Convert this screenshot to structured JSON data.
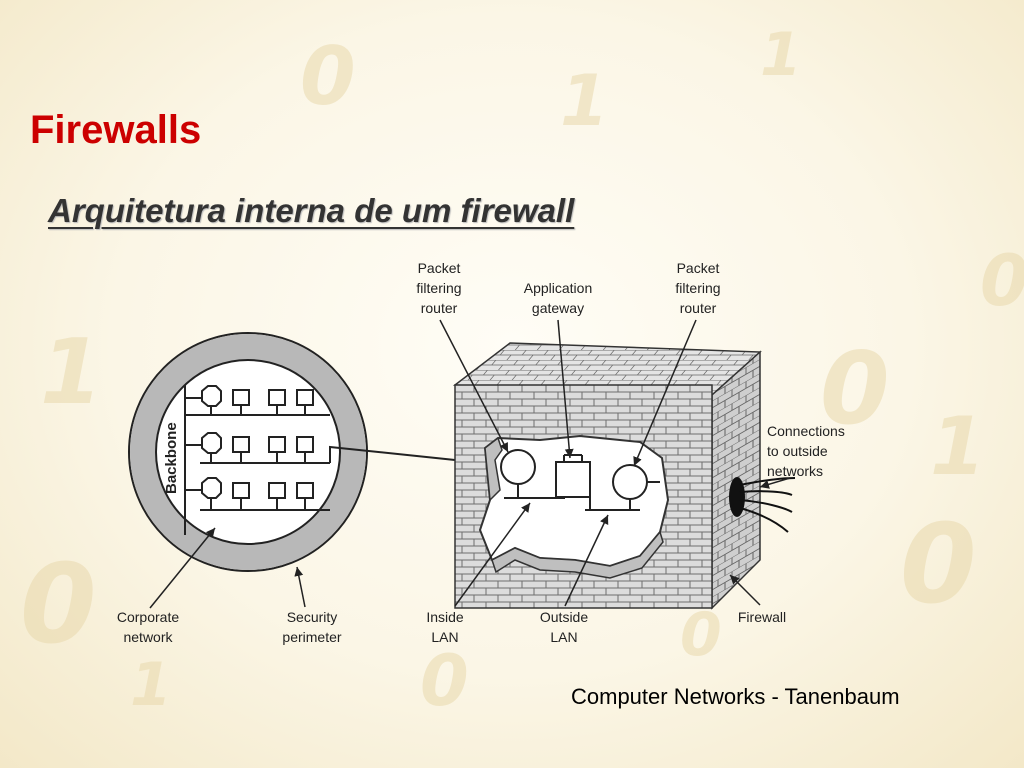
{
  "slide": {
    "title": "Firewalls",
    "subtitle": "Arquitetura interna de um firewall",
    "credit": "Computer Networks - Tanenbaum"
  },
  "diagram": {
    "labels": {
      "packet_router_left": [
        "Packet",
        "filtering",
        "router"
      ],
      "app_gateway": [
        "Application",
        "gateway"
      ],
      "packet_router_right": [
        "Packet",
        "filtering",
        "router"
      ],
      "connections": [
        "Connections",
        "to outside",
        "networks"
      ],
      "backbone": "Backbone",
      "corporate_network": [
        "Corporate",
        "network"
      ],
      "security_perimeter": [
        "Security",
        "perimeter"
      ],
      "inside_lan": [
        "Inside",
        "LAN"
      ],
      "outside_lan": [
        "Outside",
        "LAN"
      ],
      "firewall": "Firewall"
    }
  },
  "background": {
    "digits": [
      "1",
      "0",
      "0",
      "1",
      "0",
      "1",
      "0",
      "1",
      "0",
      "1",
      "0",
      "0"
    ]
  },
  "colors": {
    "title": "#cc0000",
    "ring": "#b8b8b8",
    "wall": "#d9d9d9"
  }
}
